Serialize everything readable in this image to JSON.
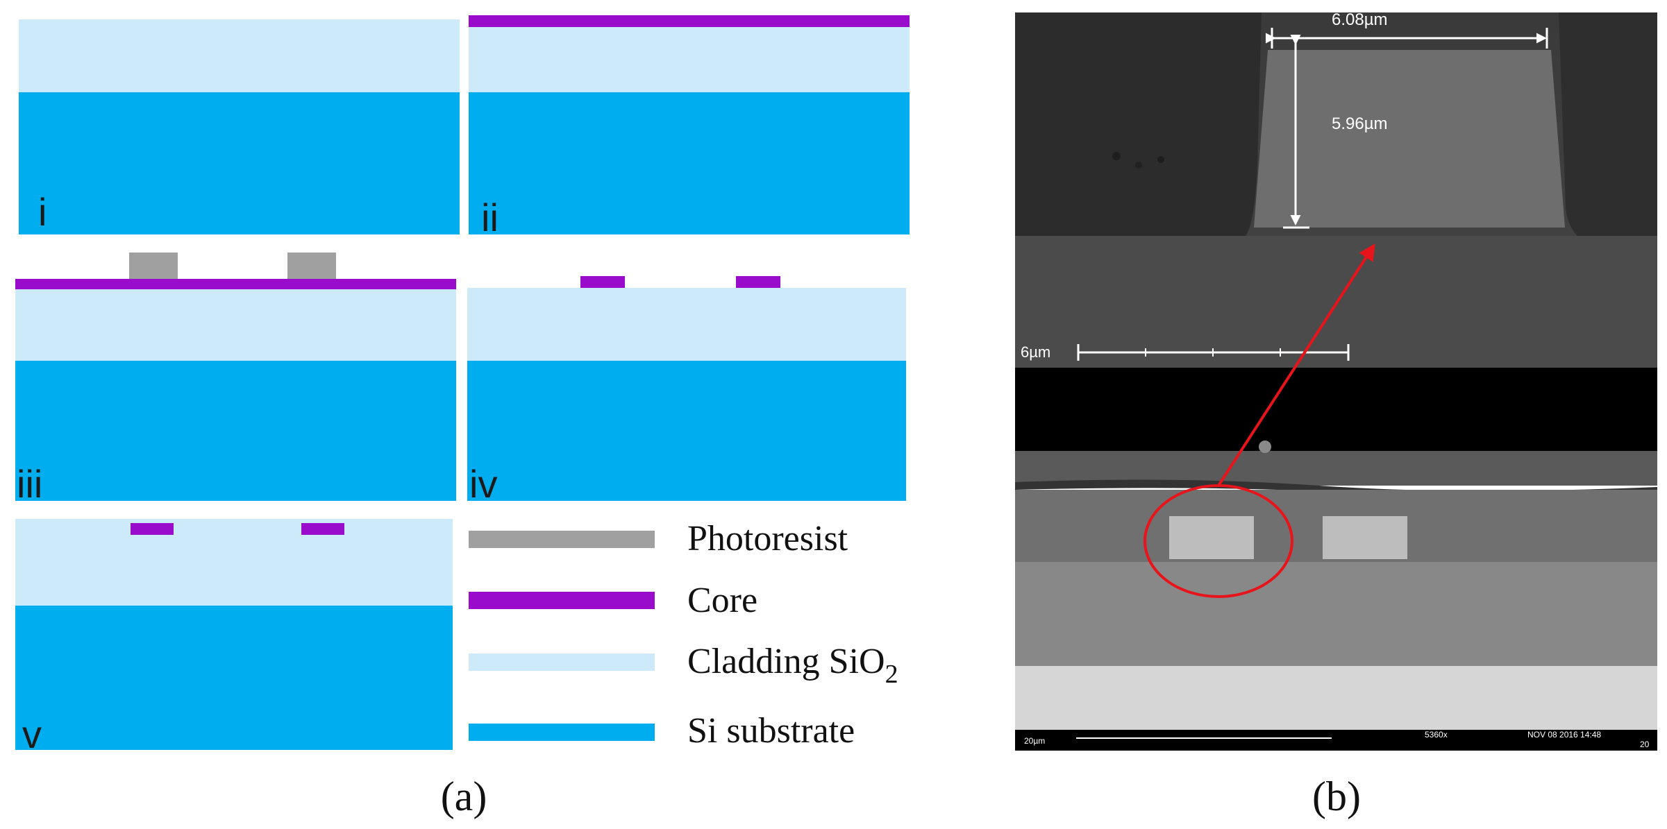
{
  "colors": {
    "photoresist": "#a0a0a0",
    "core": "#9a0ccc",
    "cladding": "#cdeafa",
    "substrate": "#00aeef",
    "arrow": "#e8141b"
  },
  "panel_a": {
    "caption": "(a)",
    "steps": [
      {
        "id": "step-i",
        "label": "i"
      },
      {
        "id": "step-ii",
        "label": "ii"
      },
      {
        "id": "step-iii",
        "label": "iii"
      },
      {
        "id": "step-iv",
        "label": "iv"
      },
      {
        "id": "step-v",
        "label": "v"
      }
    ],
    "legend": [
      {
        "key": "photoresist",
        "label": "Photoresist"
      },
      {
        "key": "core",
        "label": "Core"
      },
      {
        "key": "cladding",
        "label_main": "Cladding SiO",
        "label_sub": "2"
      },
      {
        "key": "substrate",
        "label": "Si substrate"
      }
    ]
  },
  "panel_b": {
    "caption": "(b)",
    "width_label": "6.08µm",
    "height_label": "5.96µm",
    "scale_label": "6µm",
    "footer_left": "20µm",
    "footer_mid": "5360x",
    "footer_right": "NOV 08 2016 14:48",
    "footer_right2": "20"
  }
}
